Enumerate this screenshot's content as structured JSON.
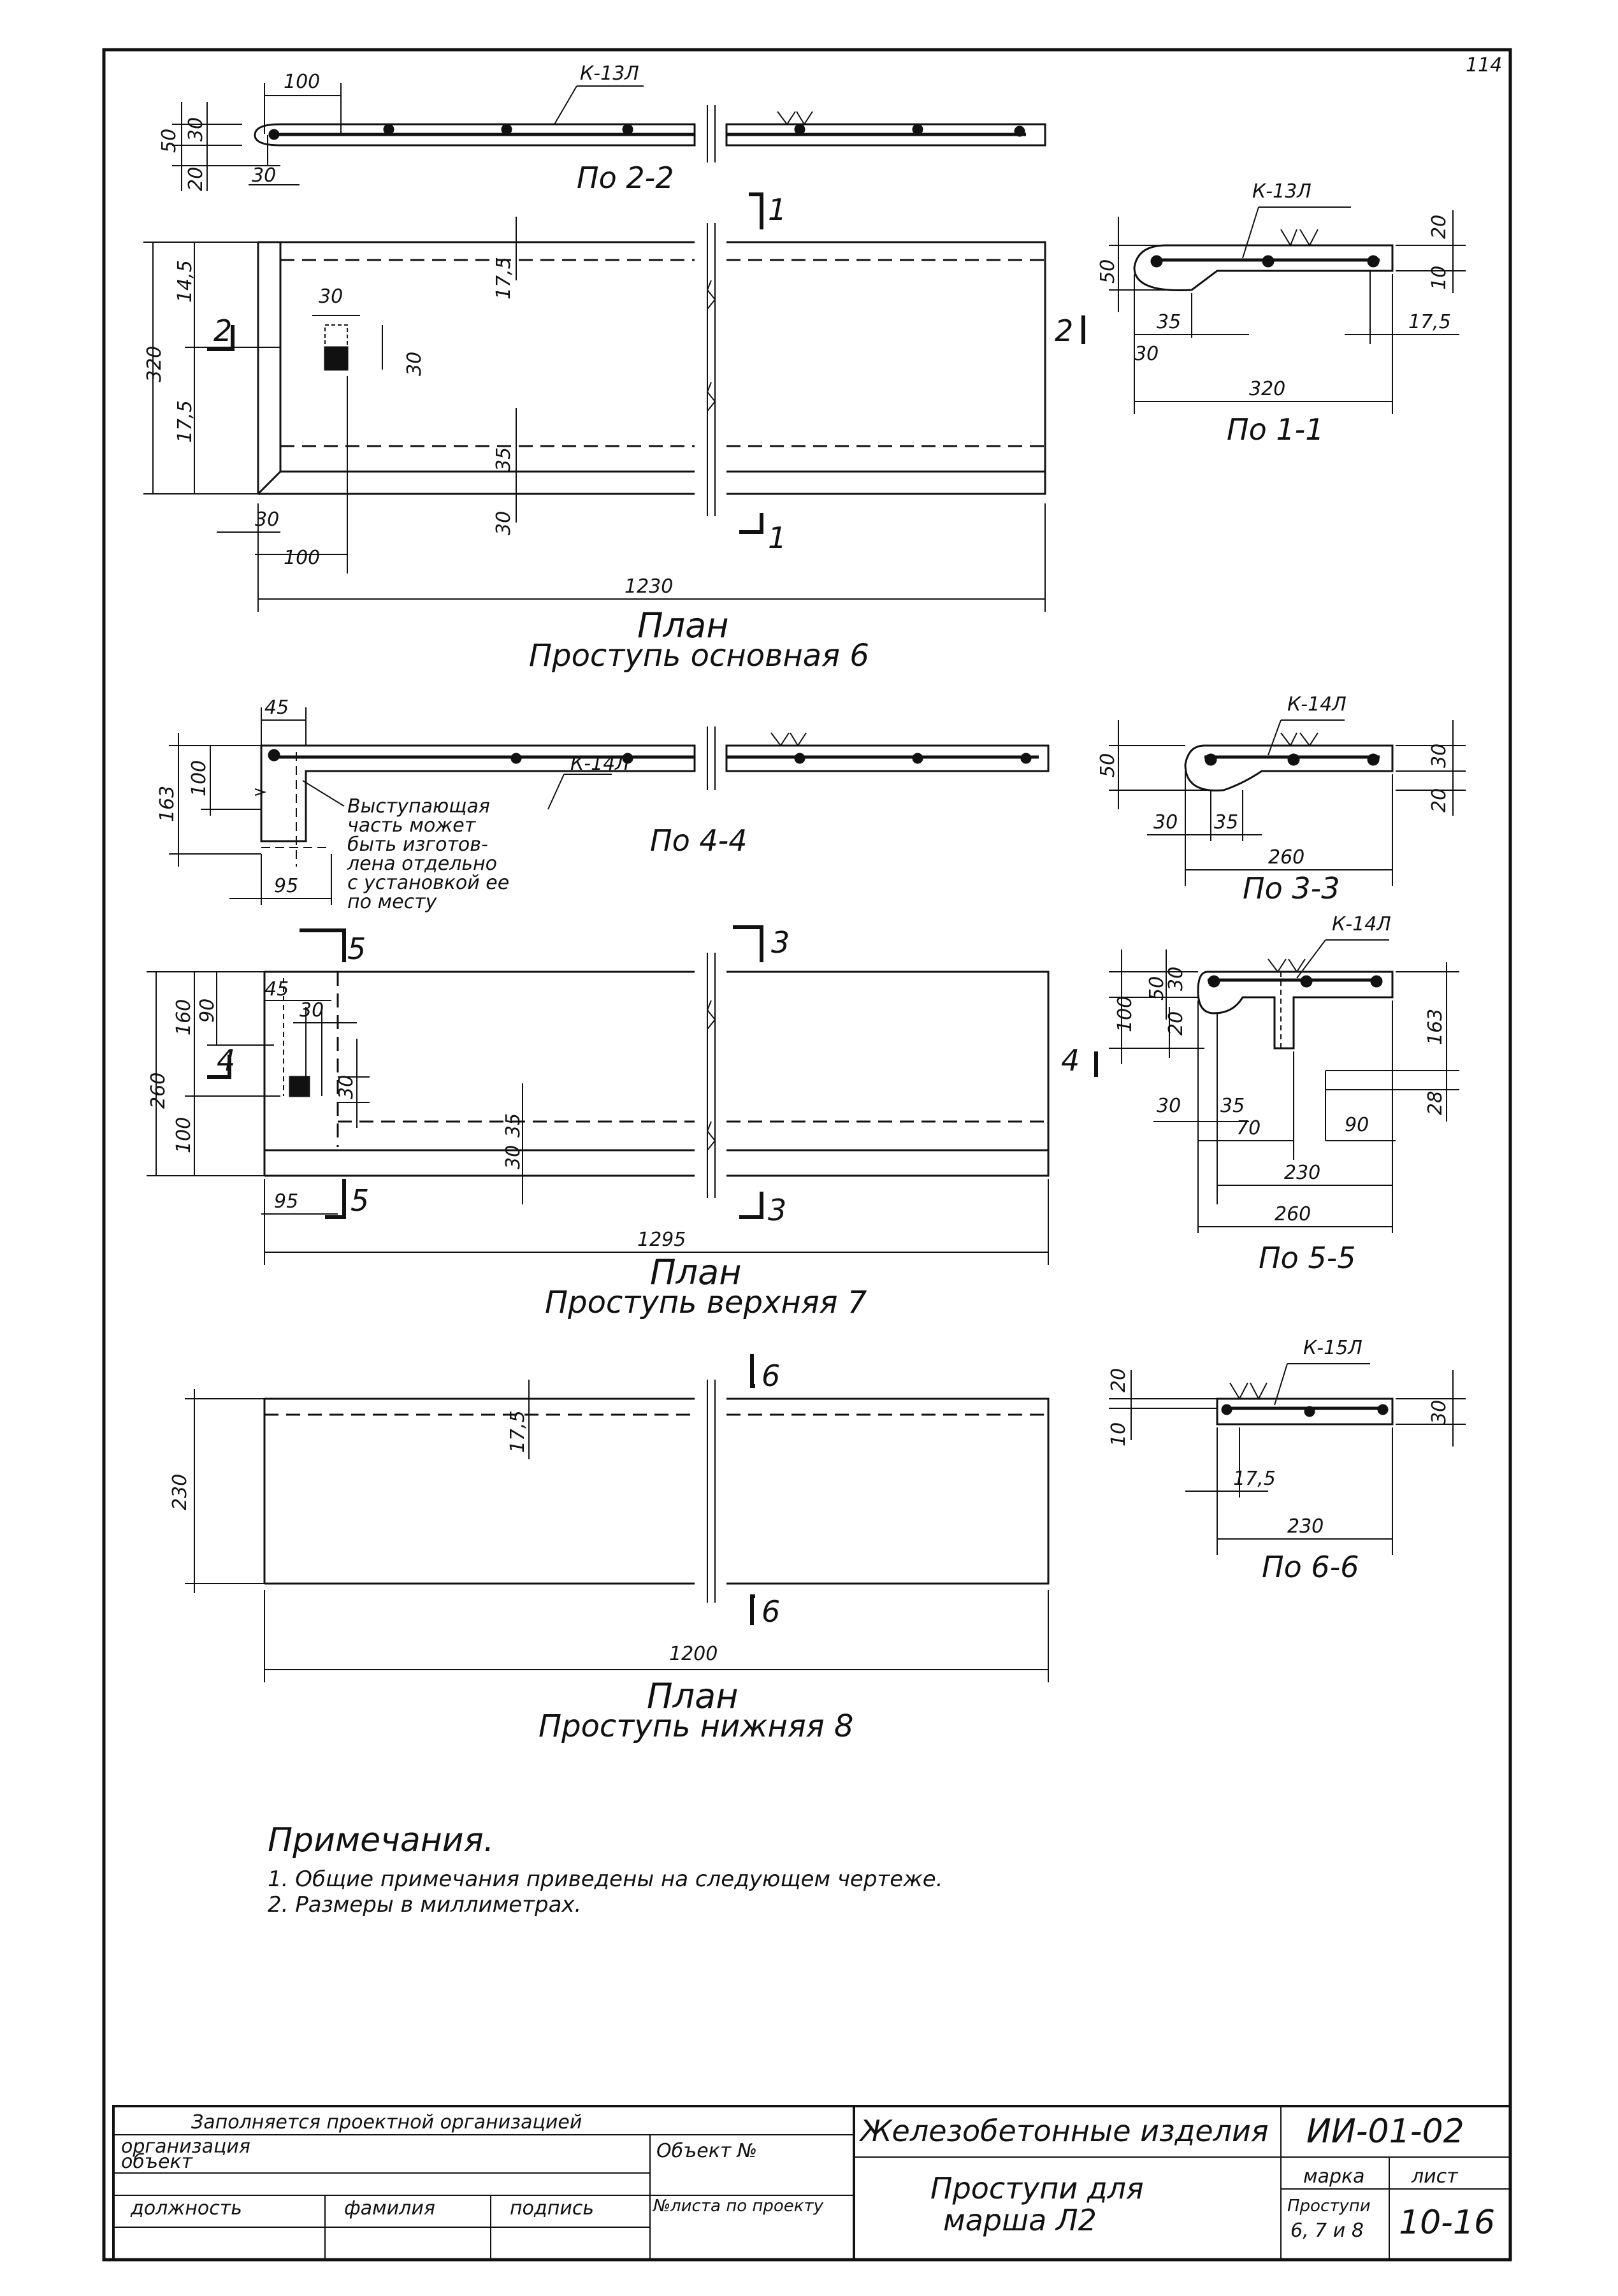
{
  "page_number": "114",
  "plan_6": {
    "section_label": "По 2-2",
    "rebar_label": "К-13Л",
    "section_1_label": "По 1-1",
    "rebar_label_1": "К-13Л",
    "caption_title": "План",
    "caption_sub": "Проступь основная 6",
    "cut_marks": [
      "1",
      "1",
      "2",
      "2"
    ],
    "dims": {
      "top_100": "100",
      "top_50": "50",
      "top_30a": "30",
      "top_20": "20",
      "top_30b": "30",
      "h320": "320",
      "h145": "14,5",
      "h175": "17,5",
      "sq30a": "30",
      "sq30b": "30",
      "d175": "17,5",
      "d35": "35",
      "d30": "30",
      "b30": "30",
      "b100": "100",
      "len": "1230",
      "s50": "50",
      "s20": "20",
      "s10": "10",
      "s35": "35",
      "s30": "30",
      "s175": "17,5",
      "s320": "320"
    }
  },
  "plan_7": {
    "section_label": "По 4-4",
    "rebar_label": "К-14Л",
    "note_lines": [
      "Выступающая",
      "часть может",
      "быть изготов-",
      "лена отдельно",
      "с установкой ее",
      "по месту"
    ],
    "section_3_label": "По 3-3",
    "rebar_label_3": "К-14Л",
    "section_5_label": "По 5-5",
    "rebar_label_5": "К-14Л",
    "caption_title": "План",
    "caption_sub": "Проступь верхняя 7",
    "cut_marks": [
      "3",
      "3",
      "4",
      "4",
      "5",
      "5"
    ],
    "dims": {
      "t45": "45",
      "t100": "100",
      "t163": "163",
      "t95": "95",
      "h260": "260",
      "h160": "160",
      "h90": "90",
      "h100": "100",
      "p45": "45",
      "p30a": "30",
      "p30b": "30",
      "p30c": "30",
      "p35": "35",
      "p95": "95",
      "len": "1295",
      "a50": "50",
      "a30": "30",
      "a20": "20",
      "a30b": "30",
      "a35": "35",
      "a260": "260",
      "b50": "50",
      "b30": "30",
      "b20": "20",
      "b100": "100",
      "b163": "163",
      "b28": "28",
      "b30x": "30",
      "b35": "35",
      "b70": "70",
      "b90": "90",
      "b230": "230",
      "b260": "260"
    }
  },
  "plan_8": {
    "section_6_label": "По 6-6",
    "rebar_label_6": "К-15Л",
    "caption_title": "План",
    "caption_sub": "Проступь нижняя 8",
    "cut_marks": [
      "6",
      "6"
    ],
    "dims": {
      "d175": "17,5",
      "h230": "230",
      "len": "1200",
      "s20": "20",
      "s10": "10",
      "s30": "30",
      "s175": "17,5",
      "s230": "230"
    }
  },
  "notes": {
    "heading": "Примечания.",
    "items": [
      "1. Общие примечания приведены на следующем чертеже.",
      "2. Размеры в миллиметрах."
    ]
  },
  "title_block": {
    "filled_by": "Заполняется проектной организацией",
    "organization": "организация",
    "object": "объект",
    "object_no": "Объект №",
    "position": "должность",
    "surname": "фамилия",
    "signature": "подпись",
    "sheet_no": "№листа по проекту",
    "product_type": "Железобетонные изделия",
    "series": "ИИ-01-02",
    "title_line1": "Проступи для",
    "title_line2": "марша Л2",
    "mark_label": "марка",
    "mark_line1": "Проступи",
    "mark_line2": "6, 7 и 8",
    "sheet_label": "лист",
    "sheet_value": "10-16"
  }
}
